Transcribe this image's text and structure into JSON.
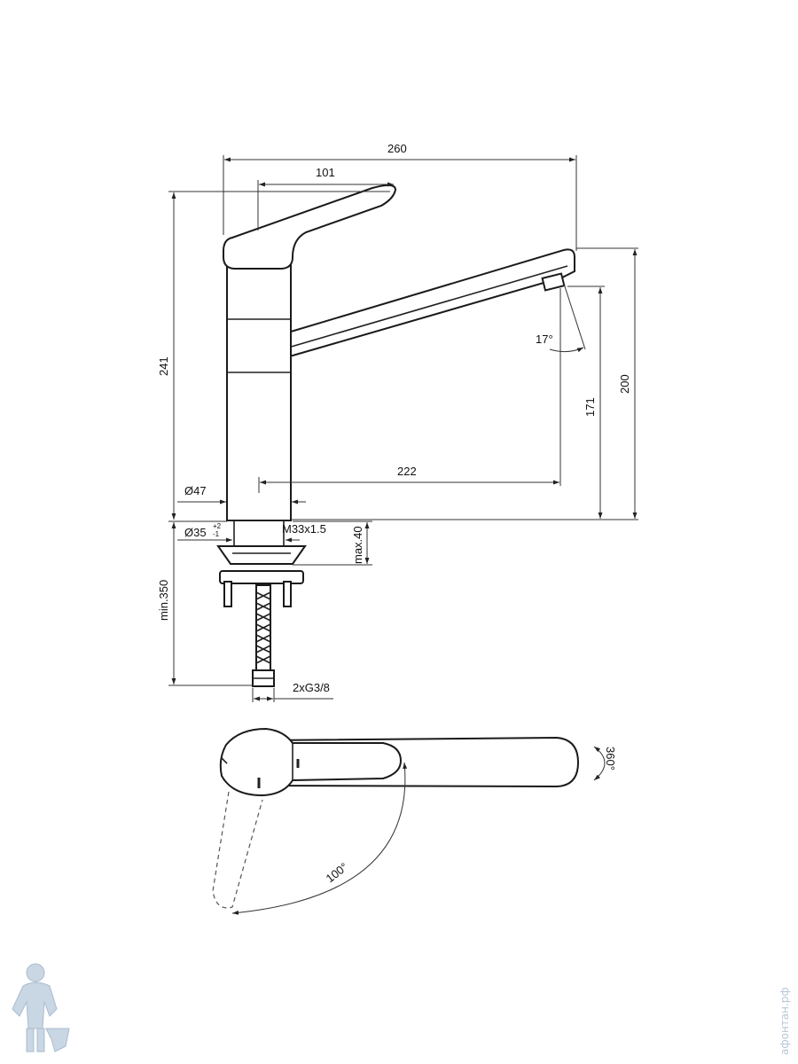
{
  "dimensions": {
    "overall_width": "260",
    "lever_reach": "101",
    "body_height": "241",
    "spout_angle": "17°",
    "spout_reach": "222",
    "spout_height_total": "200",
    "spout_outlet_height": "171",
    "body_diameter": "Ø47",
    "hole_diameter": "Ø35",
    "hole_tol_plus": "+2",
    "hole_tol_minus": "-1",
    "thread": "M33x1.5",
    "max_deck": "max.40",
    "hose_length": "min.350",
    "connections": "2xG3/8",
    "swivel": "360°",
    "lever_rotation": "100°"
  },
  "watermark": {
    "text": "афонтан.рф",
    "logo": "plumber-mascot-icon"
  },
  "colors": {
    "line": "#222222",
    "watermark": "#b7c6d6"
  }
}
